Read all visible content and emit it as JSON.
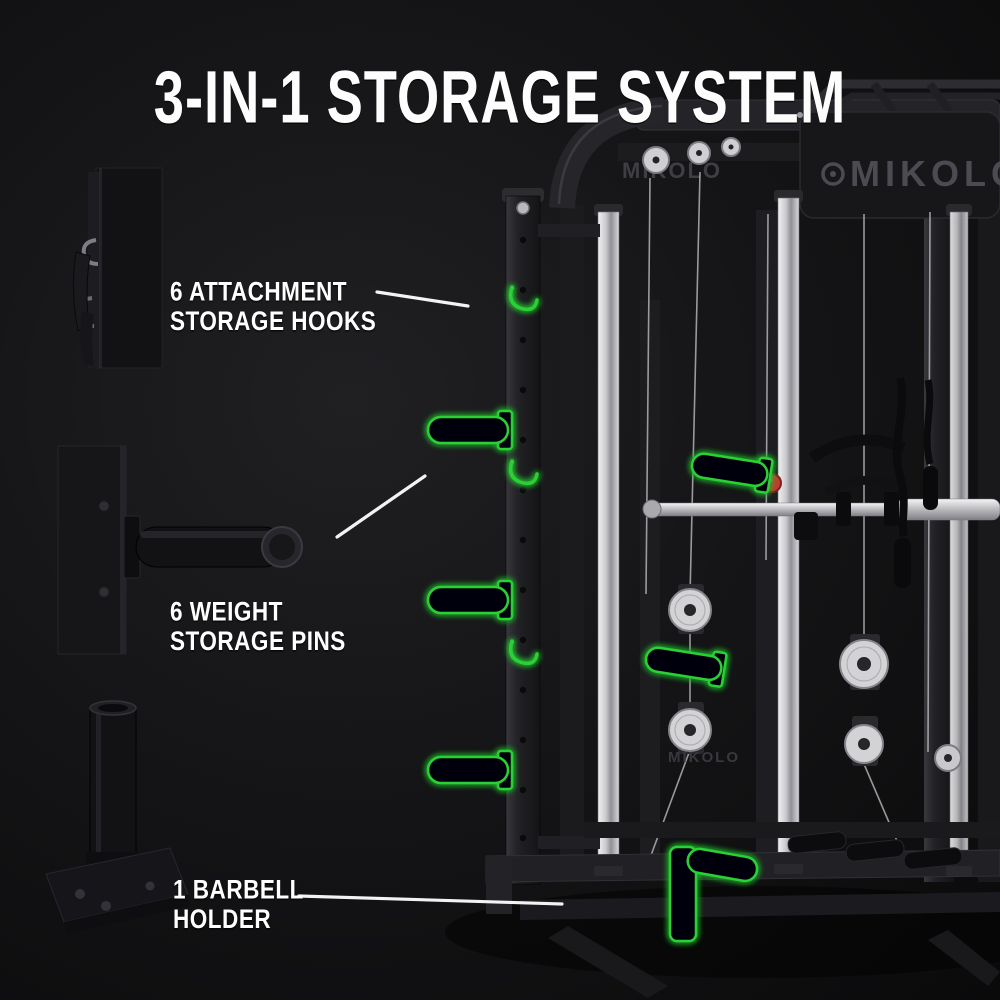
{
  "page": {
    "title": "3-IN-1 STORAGE SYSTEM"
  },
  "brand": {
    "name": "MIKOLO"
  },
  "callouts": [
    {
      "id": "attachment-hooks",
      "line1": "6 ATTACHMENT",
      "line2": "STORAGE HOOKS"
    },
    {
      "id": "weight-pins",
      "line1": "6 WEIGHT",
      "line2": "STORAGE PINS"
    },
    {
      "id": "barbell-holder",
      "line1": "1 BARBELL",
      "line2": "HOLDER"
    }
  ],
  "colors": {
    "highlight_green": "#2bd135",
    "label_white": "#ffffff",
    "accent_red": "#c13b33",
    "background": "#131315"
  },
  "icons": {
    "brand_gear": "gear-icon"
  }
}
